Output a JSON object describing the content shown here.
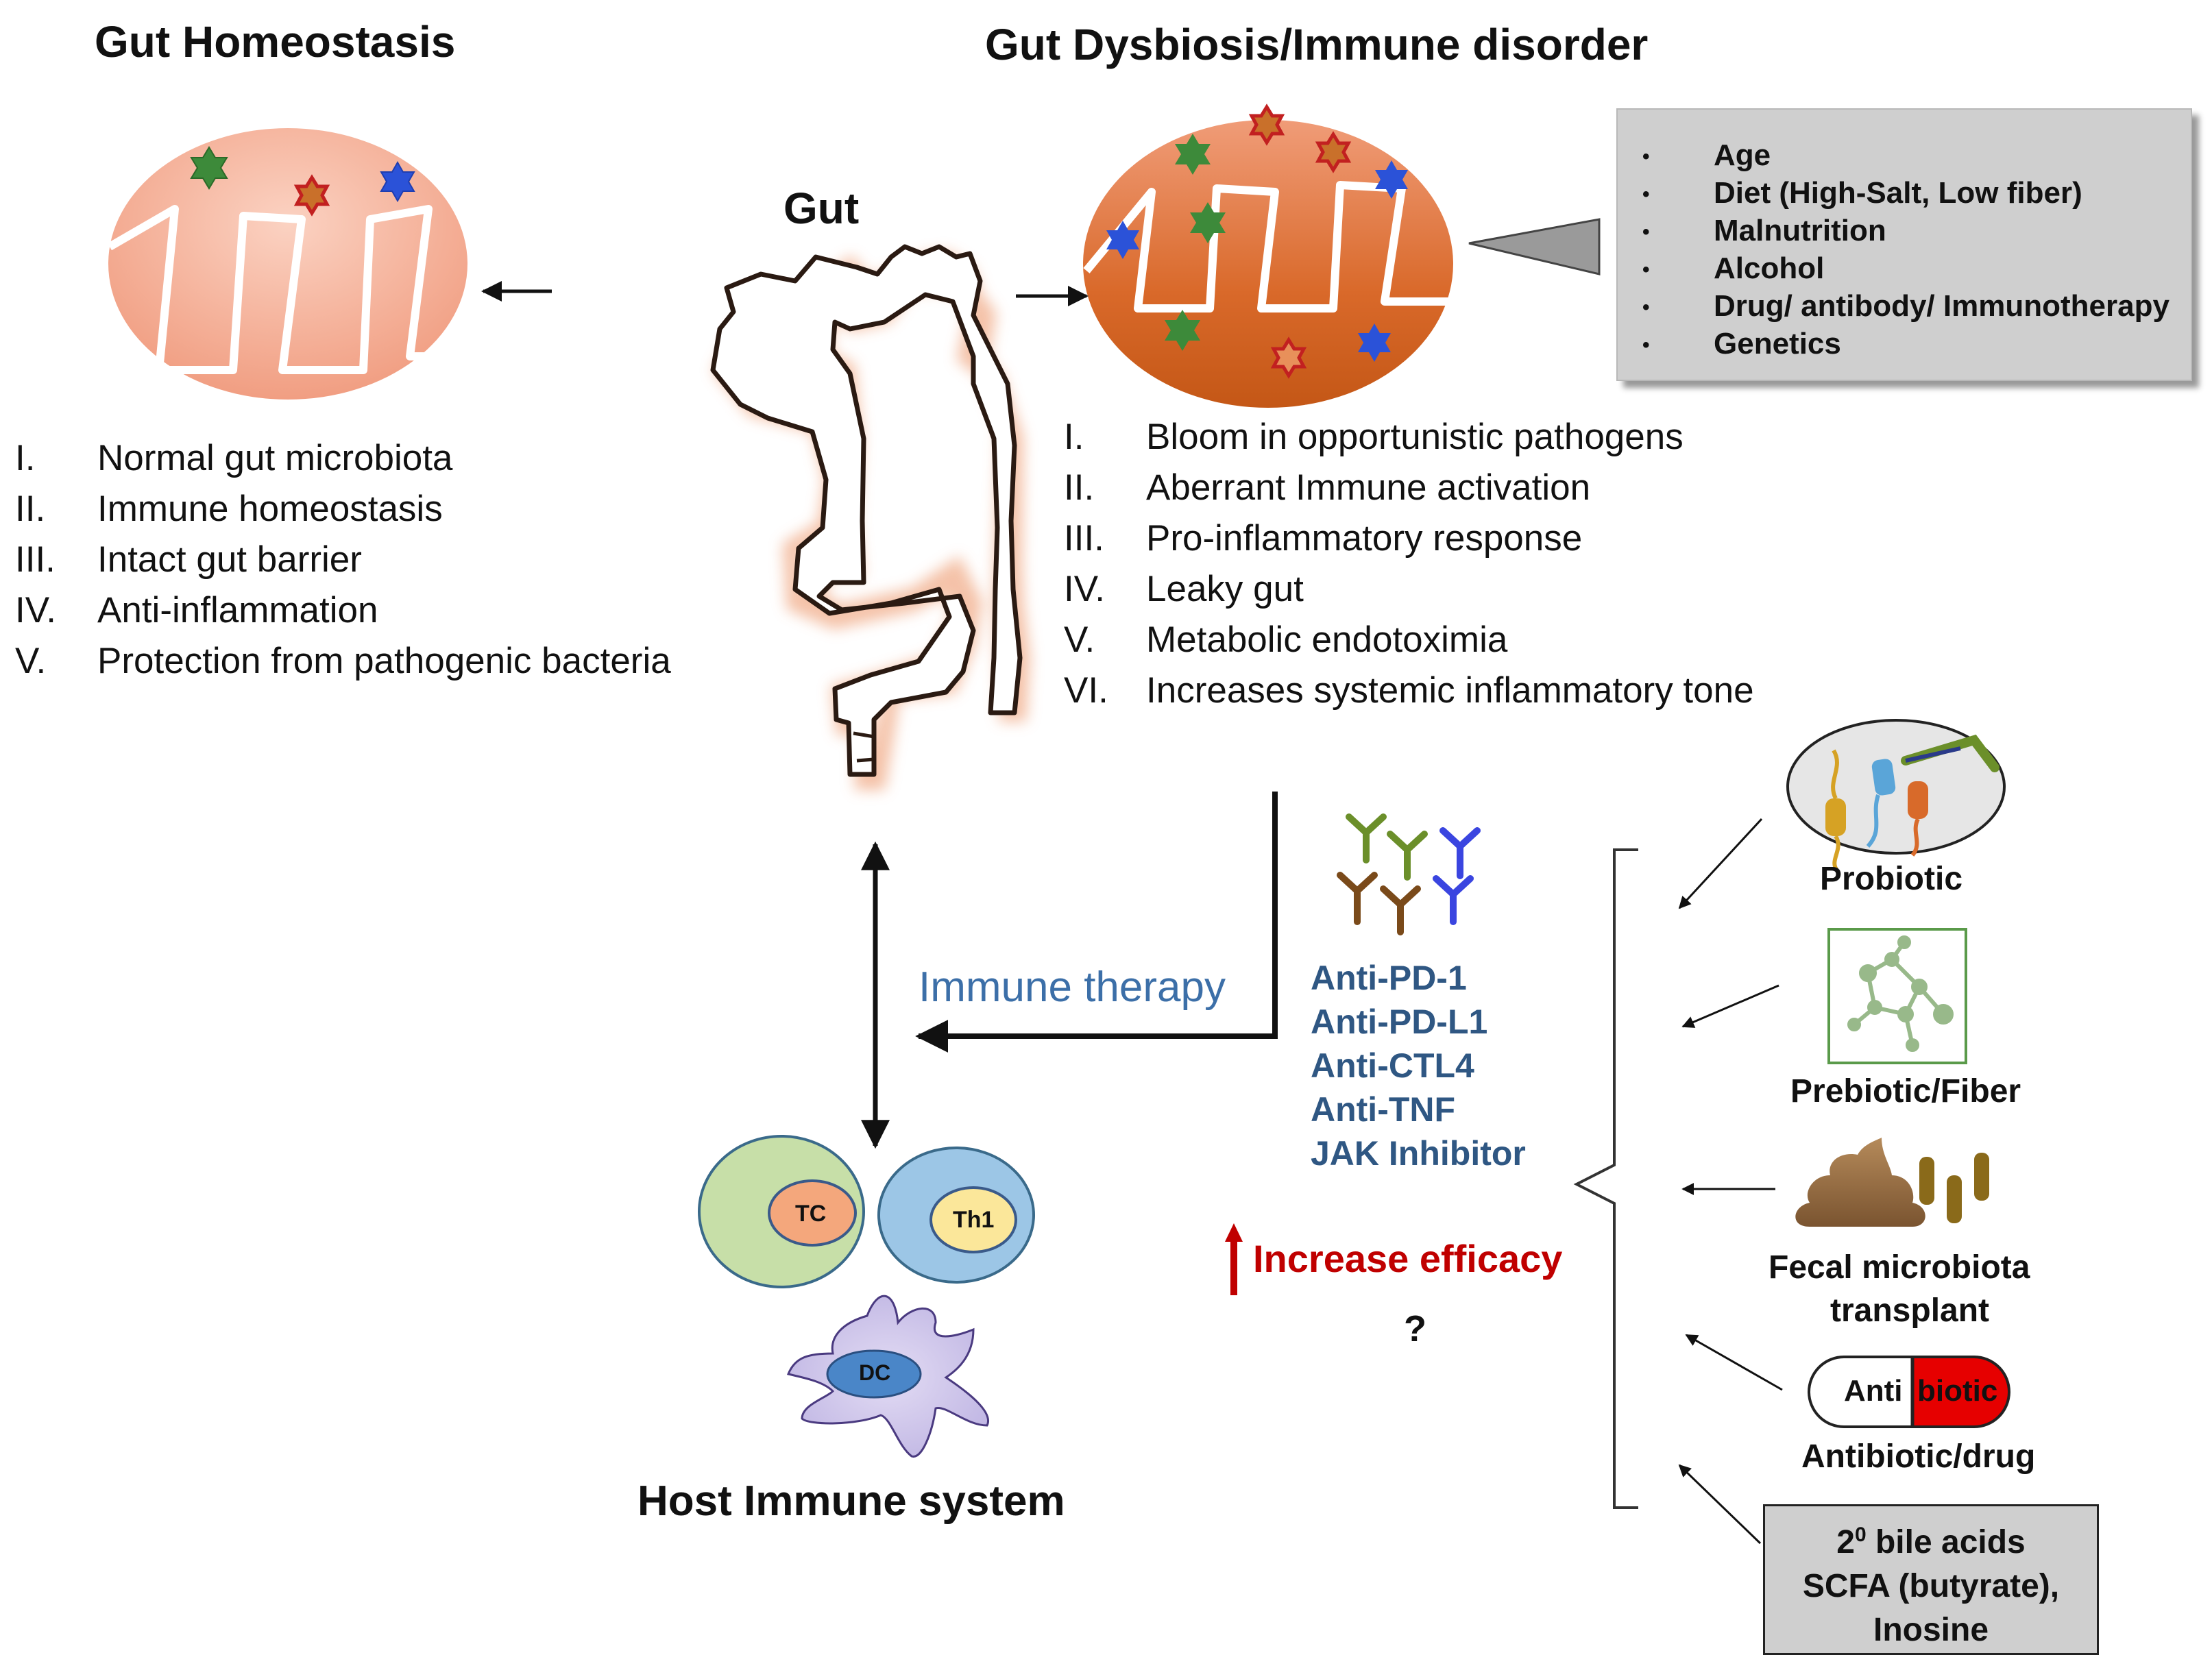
{
  "left_panel": {
    "title": "Gut Homeostasis",
    "items": [
      {
        "num": "I.",
        "text": "Normal gut microbiota"
      },
      {
        "num": "II.",
        "text": "Immune homeostasis"
      },
      {
        "num": "III.",
        "text": "Intact gut barrier"
      },
      {
        "num": "IV.",
        "text": "Anti-inflammation"
      },
      {
        "num": "V.",
        "text": "Protection from pathogenic bacteria"
      }
    ]
  },
  "center": {
    "gut_label": "Gut",
    "immune_label": "Host Immune system",
    "cells": {
      "tc": "TC",
      "th1": "Th1",
      "dc": "DC"
    },
    "therapy_label": "Immune therapy"
  },
  "right_panel": {
    "title": "Gut Dysbiosis/Immune disorder",
    "items": [
      {
        "num": "I.",
        "text": "Bloom in opportunistic pathogens"
      },
      {
        "num": "II.",
        "text": "Aberrant Immune activation"
      },
      {
        "num": "III.",
        "text": "Pro-inflammatory response"
      },
      {
        "num": "IV.",
        "text": "Leaky gut"
      },
      {
        "num": "V.",
        "text": "Metabolic endotoximia"
      },
      {
        "num": "VI.",
        "text": "Increases systemic inflammatory tone"
      }
    ],
    "factors": [
      "Age",
      "Diet (High-Salt, Low fiber)",
      "Malnutrition",
      "Alcohol",
      "Drug/ antibody/ Immunotherapy",
      "Genetics"
    ],
    "bullet": "•"
  },
  "therapy": {
    "agents": [
      "Anti-PD-1",
      "Anti-PD-L1",
      "Anti-CTL4",
      "Anti-TNF",
      "JAK Inhibitor"
    ],
    "efficacy_label": "Increase efficacy",
    "question": "?"
  },
  "modulators": {
    "probiotic": "Probiotic",
    "prebiotic": "Prebiotic/Fiber",
    "fecal_line1": "Fecal microbiota",
    "fecal_line2": "transplant",
    "pill_left": "Anti",
    "pill_right": "biotic",
    "antibiotic": "Antibiotic/drug",
    "metab_line1_base": "2",
    "metab_line1_sup": "0",
    "metab_line1_rest": " bile acids",
    "metab_line2": "SCFA (butyrate),",
    "metab_line3": "Inosine"
  },
  "colors": {
    "accent_blue": "#2f5783",
    "therapy_blue": "#3c6fa8",
    "efficacy_red": "#c00000",
    "gut_salmon": "#f2a58a",
    "dysbiosis_orange": "#d9702e",
    "green_star": "#3d8a3a",
    "red_star": "#c22020",
    "blue_star": "#2b52d8"
  }
}
